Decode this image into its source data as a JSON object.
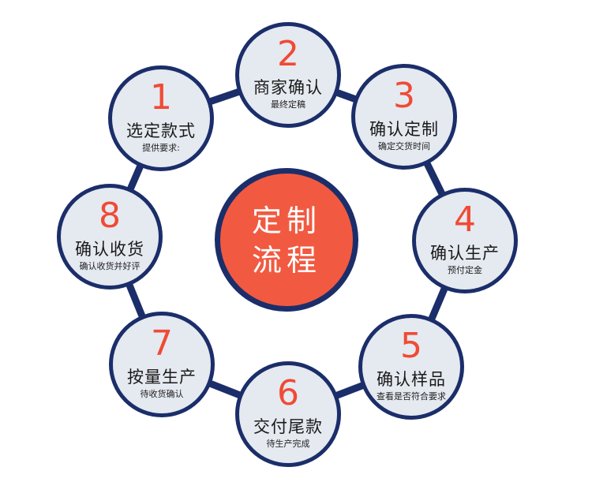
{
  "center": {
    "line1": "定制",
    "line2": "流程"
  },
  "steps": [
    {
      "num": "1",
      "title": "选定款式",
      "sub": "提供要求:"
    },
    {
      "num": "2",
      "title": "商家确认",
      "sub": "最终定稿"
    },
    {
      "num": "3",
      "title": "确认定制",
      "sub": "确定交货时间"
    },
    {
      "num": "4",
      "title": "确认生产",
      "sub": "预付定金"
    },
    {
      "num": "5",
      "title": "确认样品",
      "sub": "查看是否符合要求"
    },
    {
      "num": "6",
      "title": "交付尾款",
      "sub": "待生产完成"
    },
    {
      "num": "7",
      "title": "按量生产",
      "sub": "待收货确认"
    },
    {
      "num": "8",
      "title": "确认收货",
      "sub": "确认收货并好评"
    }
  ],
  "colors": {
    "accent": "#f04a35",
    "center_fill": "#f15a41",
    "ring": "#1b2e6a",
    "node_fill": "#e5e9f0"
  }
}
